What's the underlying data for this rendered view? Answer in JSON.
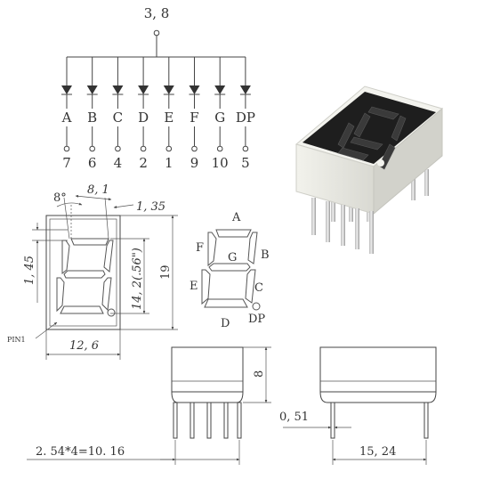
{
  "schematic": {
    "common_pin": "3, 8",
    "segments": [
      "A",
      "B",
      "C",
      "D",
      "E",
      "F",
      "G",
      "DP"
    ],
    "pins": [
      "7",
      "6",
      "4",
      "2",
      "1",
      "9",
      "10",
      "5"
    ]
  },
  "front_view": {
    "angle": "8°",
    "dim_top": "8, 1",
    "dim_top_right": "1, 35",
    "dim_left": "1, 45",
    "dim_digit": "14, 2(.56\")",
    "dim_height": "19",
    "dim_width": "12, 6",
    "pin1_label": "PIN1"
  },
  "segment_map": {
    "A": "A",
    "B": "B",
    "C": "C",
    "D": "D",
    "E": "E",
    "F": "F",
    "G": "G",
    "DP": "DP"
  },
  "side_views": {
    "dim_thickness": "8",
    "dim_pin_width": "0, 51",
    "dim_pitch": "2. 54*4=10. 16",
    "dim_row_spacing": "15, 24"
  }
}
